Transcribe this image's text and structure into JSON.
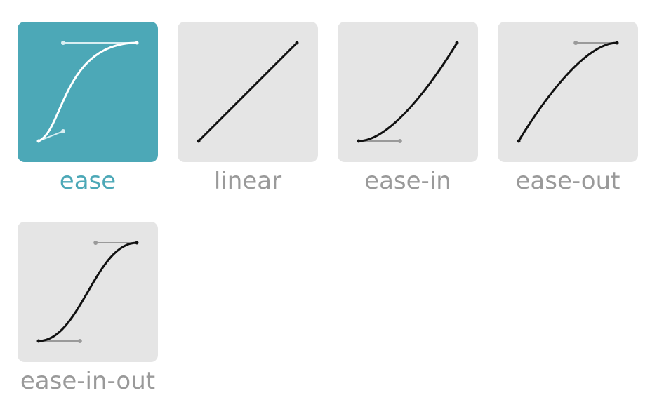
{
  "presets": [
    {
      "id": "ease",
      "label": "ease",
      "selected": true,
      "bezier": [
        0.25,
        0.1,
        0.25,
        1.0
      ]
    },
    {
      "id": "linear",
      "label": "linear",
      "selected": false,
      "bezier": [
        0.0,
        0.0,
        1.0,
        1.0
      ]
    },
    {
      "id": "ease-in",
      "label": "ease-in",
      "selected": false,
      "bezier": [
        0.42,
        0.0,
        1.0,
        1.0
      ]
    },
    {
      "id": "ease-out",
      "label": "ease-out",
      "selected": false,
      "bezier": [
        0.0,
        0.0,
        0.58,
        1.0
      ]
    },
    {
      "id": "ease-in-out",
      "label": "ease-in-out",
      "selected": false,
      "bezier": [
        0.42,
        0.0,
        0.58,
        1.0
      ]
    }
  ],
  "colors": {
    "accent": "#4ca8b7",
    "tile_background": "#e5e5e5",
    "curve": "#111111",
    "curve_selected": "#ffffff",
    "handle": "#9a9a9a",
    "handle_selected": "#d8eef2"
  }
}
